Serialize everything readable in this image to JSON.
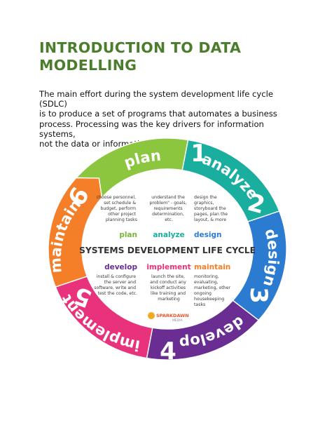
{
  "heading": {
    "line1": "INTRODUCTION TO DATA",
    "line2": "MODELLING"
  },
  "paragraph": {
    "line1": "The main effort during the system development life cycle (SDLC)",
    "line2": "is to produce a set of programs that automates a business",
    "line3": "process. Processing was the key drivers for information systems,",
    "line4": "not the data or information."
  },
  "diagram": {
    "center_title": "SYSTEMS DEVELOPMENT LIFE CYCLE",
    "segments": [
      {
        "label": "plan",
        "number": "1",
        "color": "#8cc63f"
      },
      {
        "label": "analyze",
        "number": "2",
        "color": "#1aae9f"
      },
      {
        "label": "design",
        "number": "3",
        "color": "#2b7bd0"
      },
      {
        "label": "develop",
        "number": "4",
        "color": "#6a2d91"
      },
      {
        "label": "implement",
        "number": "5",
        "color": "#e8327c"
      },
      {
        "label": "maintain",
        "number": "6",
        "color": "#f47f28"
      }
    ],
    "phases": {
      "plan": {
        "label": "plan",
        "color": "#7ab33a"
      },
      "analyze": {
        "label": "analyze",
        "color": "#1aae9f"
      },
      "design": {
        "label": "design",
        "color": "#2b7bd0"
      },
      "develop": {
        "label": "develop",
        "color": "#6a2d91"
      },
      "implement": {
        "label": "implement",
        "color": "#e8327c"
      },
      "maintain": {
        "label": "maintain",
        "color": "#f47f28"
      }
    },
    "descriptions": {
      "plan": [
        "choose personnel,",
        "set schedule &",
        "budget, perform",
        "other project",
        "planning tasks"
      ],
      "analyze": [
        "understand the",
        "problem\" - goals,",
        "requirements",
        "determination,",
        "etc."
      ],
      "design": [
        "design the",
        "graphics,",
        "storyboard the",
        "pages, plan the",
        "layout, & more"
      ],
      "develop": [
        "install & configure",
        "the server and",
        "software, write and",
        "test the code, etc."
      ],
      "implement": [
        "launch the site,",
        "and conduct any",
        "kickoff activities",
        "like training and",
        "marketing"
      ],
      "maintain": [
        "monitoring,",
        "evaluating,",
        "marketing, other",
        "ongoing",
        "housekeeping",
        "tasks"
      ]
    },
    "logo": {
      "text": "SPARKDAWN",
      "sub": "MEDIA"
    }
  }
}
